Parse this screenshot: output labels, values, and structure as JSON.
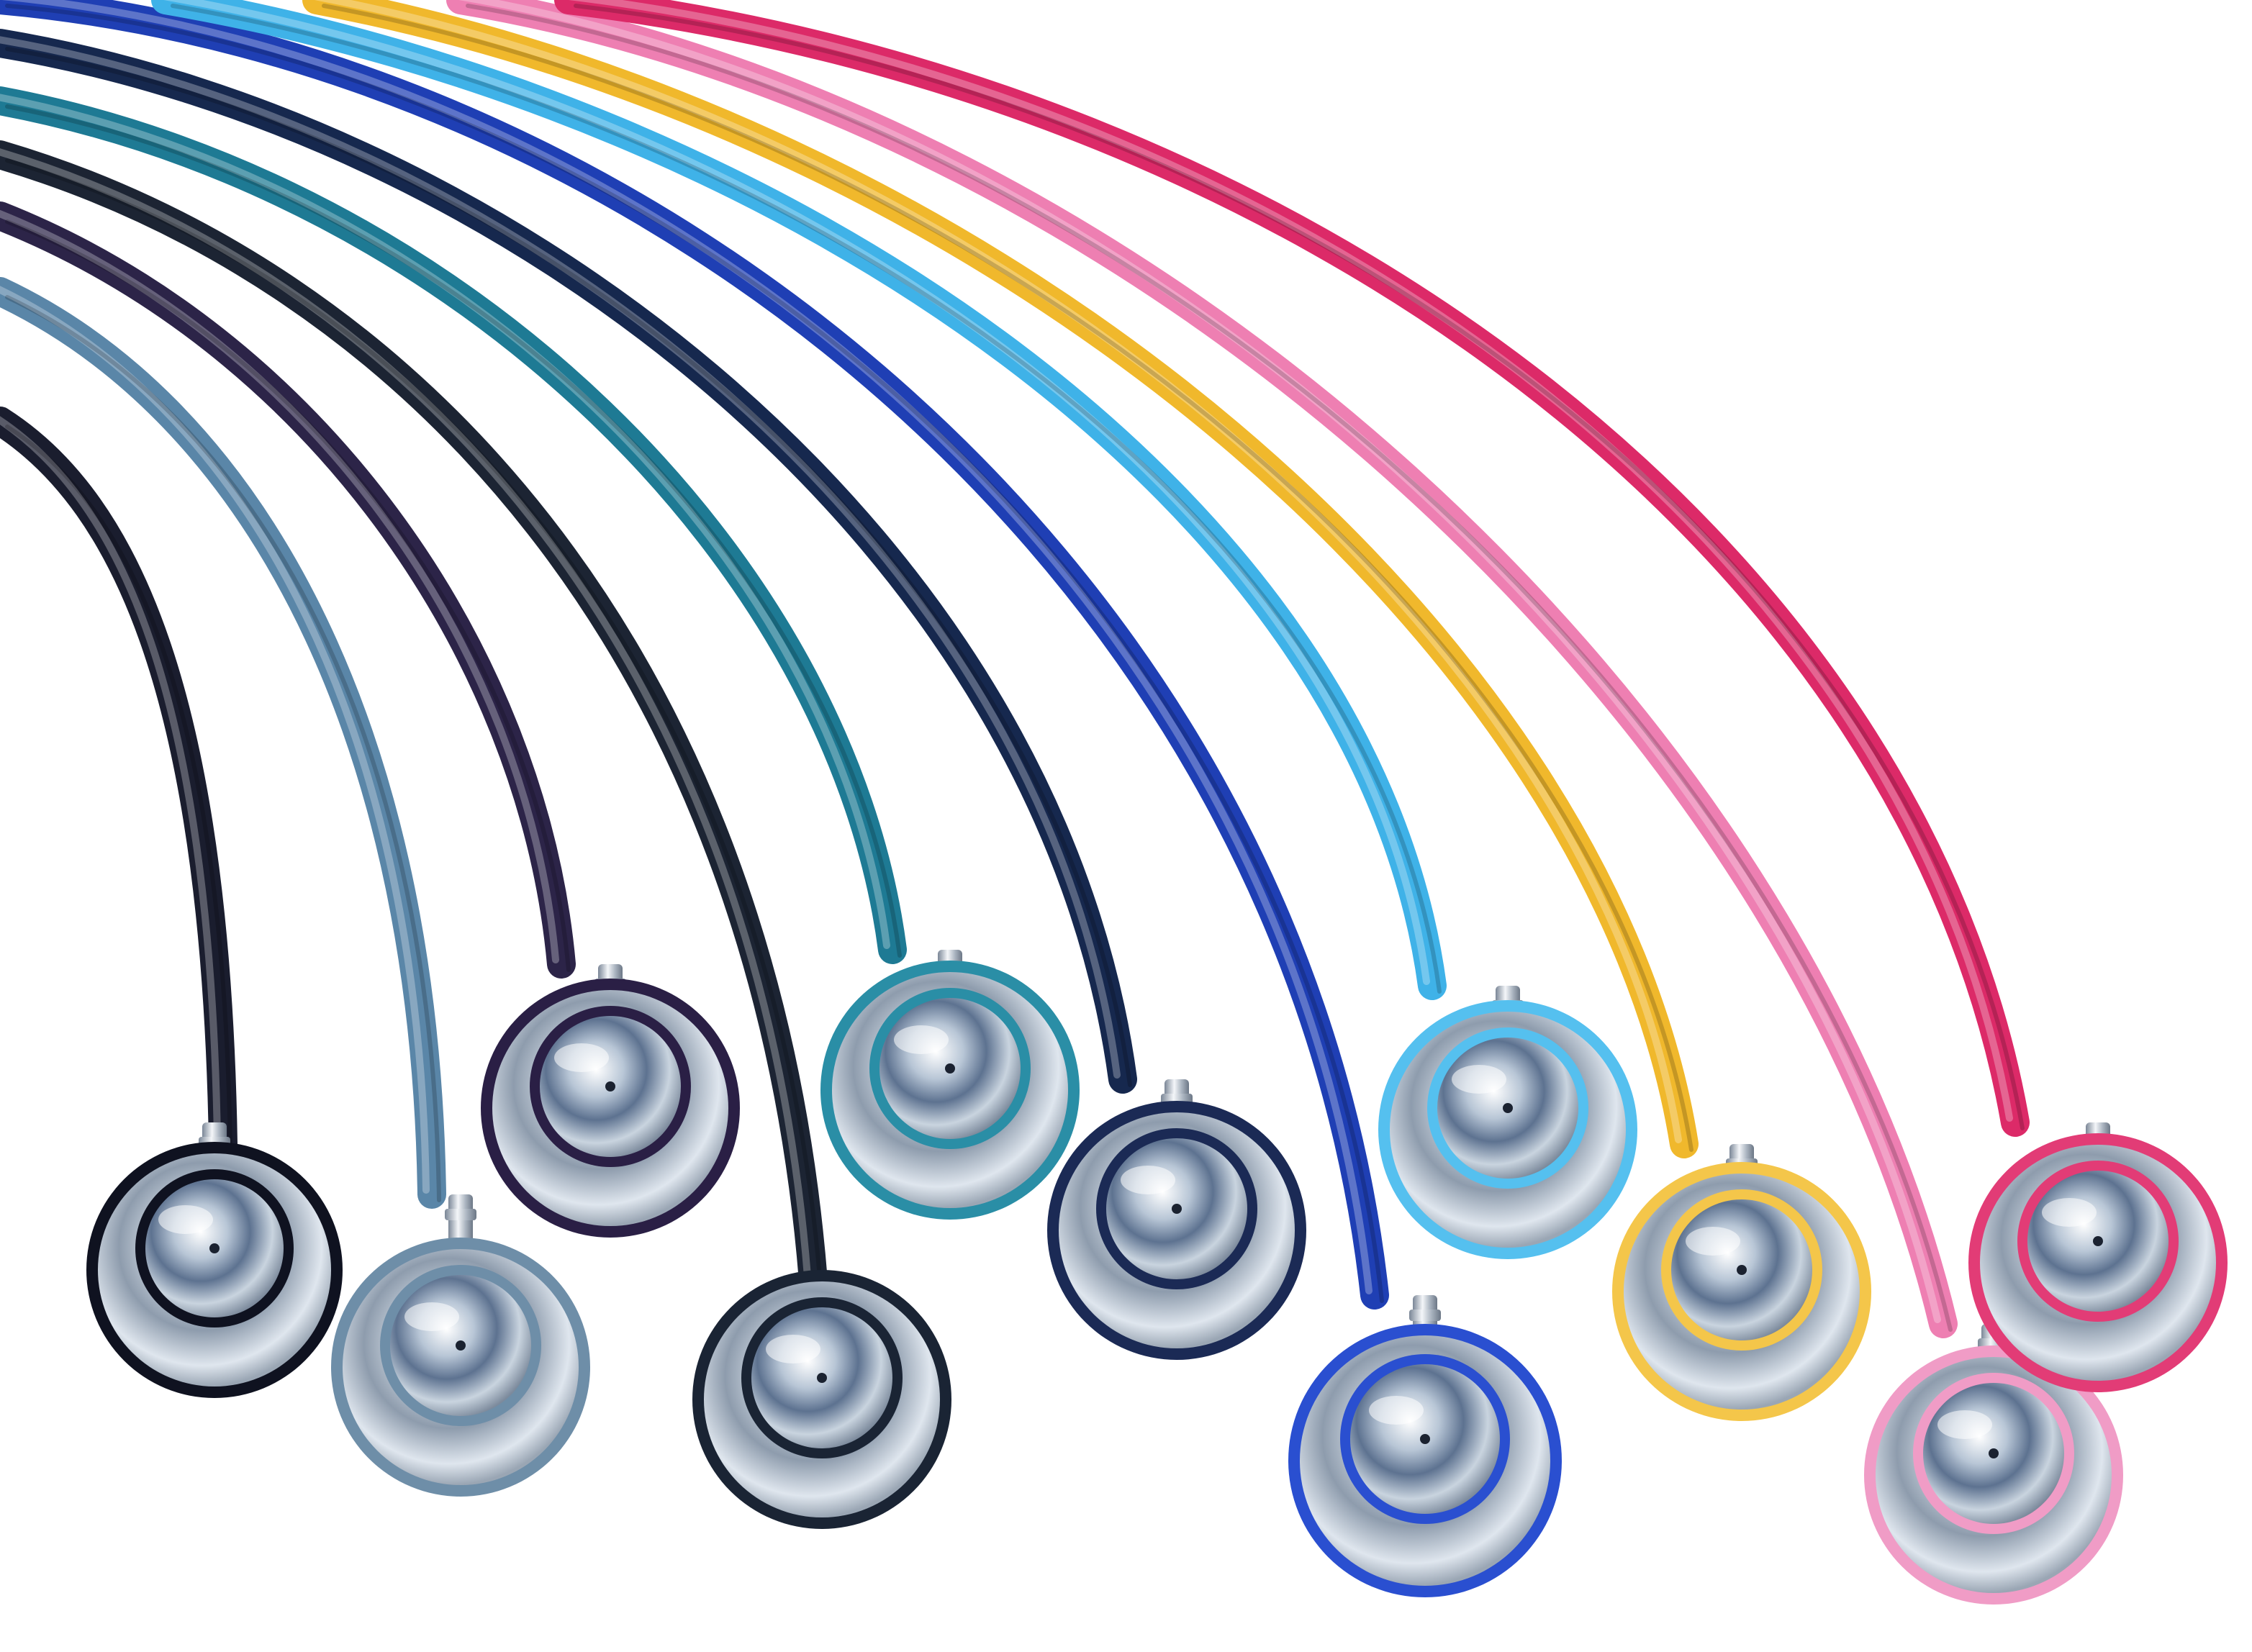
{
  "photo": {
    "background": "#ffffff",
    "subject": "stethoscope",
    "stethoscopes": [
      {
        "name": "black",
        "tube": "#1a1d2e",
        "ring": "#0f1220"
      },
      {
        "name": "slate-blue",
        "tube": "#5a86a8",
        "ring": "#6e8ea8"
      },
      {
        "name": "purple",
        "tube": "#2c2448",
        "ring": "#2a1f45"
      },
      {
        "name": "dark-navy",
        "tube": "#1c2433",
        "ring": "#1a2434"
      },
      {
        "name": "teal",
        "tube": "#1e7a94",
        "ring": "#2a8ea6"
      },
      {
        "name": "navy",
        "tube": "#16284e",
        "ring": "#1b2a55"
      },
      {
        "name": "royal-blue",
        "tube": "#1f3fb4",
        "ring": "#2a4fd0"
      },
      {
        "name": "sky-blue",
        "tube": "#3fb2e8",
        "ring": "#55c0ef"
      },
      {
        "name": "yellow",
        "tube": "#f0b82c",
        "ring": "#f4c64a"
      },
      {
        "name": "pink",
        "tube": "#ee7fb2",
        "ring": "#f09cc6"
      },
      {
        "name": "raspberry",
        "tube": "#dc2a68",
        "ring": "#e23c76"
      }
    ]
  }
}
